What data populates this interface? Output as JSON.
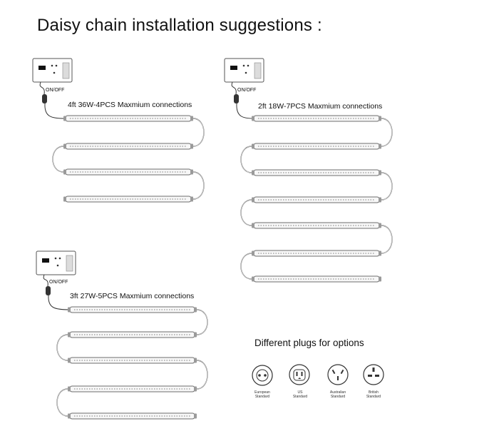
{
  "title": "Daisy chain installation suggestions :",
  "configs": [
    {
      "switch_label": "ON/OFF",
      "caption": "4ft 36W-4PCS Maxmium connections"
    },
    {
      "switch_label": "ON/OFF",
      "caption": "2ft 18W-7PCS Maxmium connections"
    },
    {
      "switch_label": "ON/OFF",
      "caption": "3ft 27W-5PCS Maxmium connections"
    }
  ],
  "plugs": {
    "title": "Different plugs for options",
    "items": [
      {
        "name": "european-plug",
        "label1": "European",
        "label2": "Standard"
      },
      {
        "name": "us-plug",
        "label1": "US",
        "label2": "Standard"
      },
      {
        "name": "australian-plug",
        "label1": "Australian",
        "label2": "Standard"
      },
      {
        "name": "british-plug",
        "label1": "British",
        "label2": "Standard"
      }
    ]
  }
}
